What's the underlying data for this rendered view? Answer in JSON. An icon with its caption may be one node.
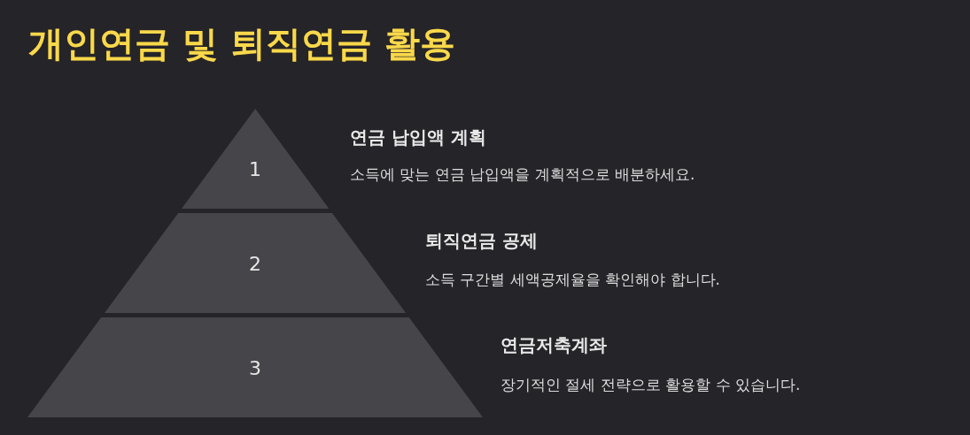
{
  "diagram": {
    "title": "개인연금 및 퇴직연금 활용",
    "nodes": [
      {
        "text": [
          "1"
        ],
        "beside": [
          "연금 납입액 계획",
          "소득에 맞는 연금 납입액을 계획적으로 배분하세요."
        ]
      },
      {
        "text": [
          "2"
        ],
        "beside": [
          "퇴직연금 공제",
          "소득 구간별 세액공제율을 확인해야 합니다."
        ]
      },
      {
        "text": [
          "3"
        ],
        "beside": [
          "연금저축계좌",
          "장기적인 절세 전략으로 활용할 수 있습니다."
        ]
      }
    ],
    "edges": []
  }
}
